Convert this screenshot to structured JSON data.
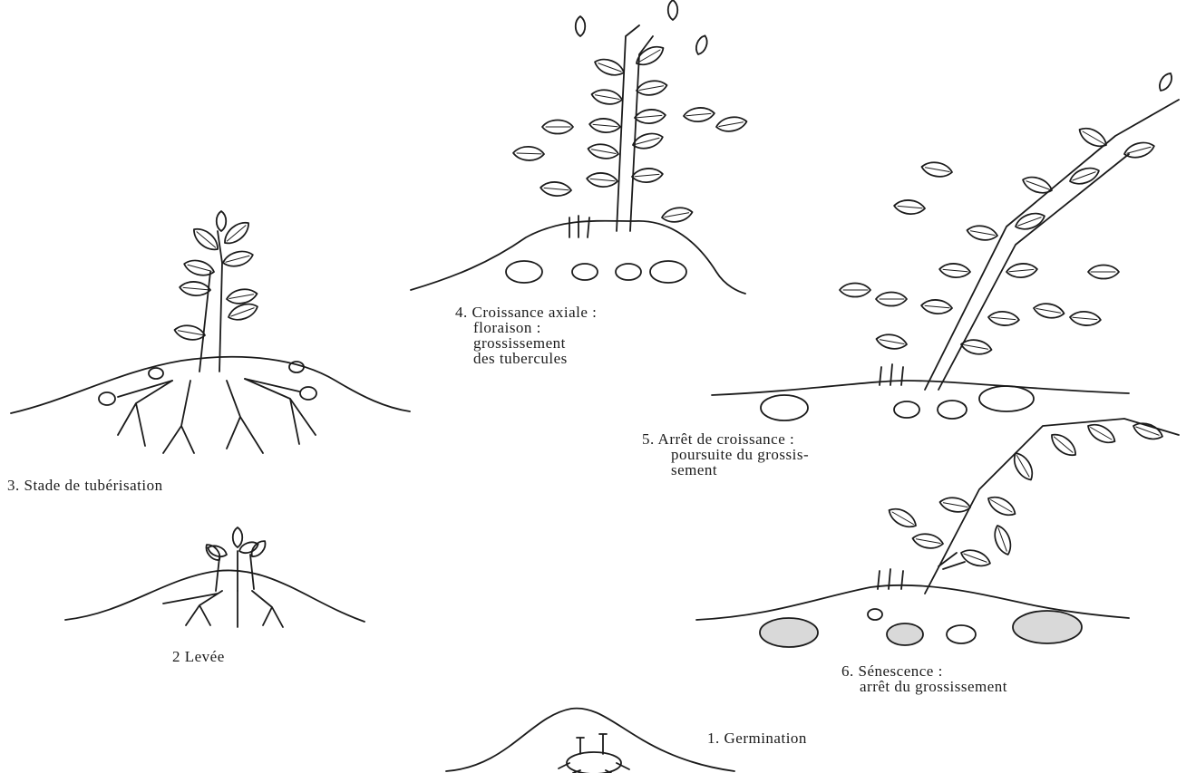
{
  "stages": [
    {
      "id": "germination",
      "label_lines": [
        "1. Germination"
      ]
    },
    {
      "id": "levee",
      "label_lines": [
        "2  Levée"
      ]
    },
    {
      "id": "tuberisation",
      "label_lines": [
        "3. Stade de tubérisation"
      ]
    },
    {
      "id": "croissance-axiale",
      "label_lines": [
        "4. Croissance axiale :",
        "floraison :",
        "grossissement",
        "des tubercules"
      ]
    },
    {
      "id": "arret-croissance",
      "label_lines": [
        "5. Arrêt de croissance :",
        "poursuite du grossis-",
        "sement"
      ]
    },
    {
      "id": "senescence",
      "label_lines": [
        "6. Sénescence :",
        "arrêt du grossissement"
      ]
    }
  ],
  "colors": {
    "ink": "#1b1b1b",
    "tuber_fill": "#d9d9d9",
    "background": "#ffffff"
  }
}
